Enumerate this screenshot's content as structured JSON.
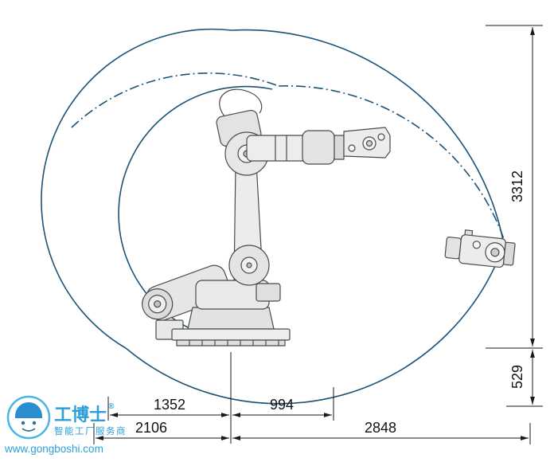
{
  "dimensions": {
    "vertical_total": "3312",
    "vertical_below": "529",
    "row1_left": "1352",
    "row1_right": "994",
    "row2_left": "2106",
    "row2_right": "2848"
  },
  "watermark": {
    "brand": "工博士",
    "registered_mark": "®",
    "tagline": "智能工厂服务商",
    "website": "www.gongboshi.com"
  },
  "colors": {
    "envelope_stroke": "#1b5276",
    "dimension_stroke": "#1a1a1a",
    "watermark_blue": "#2b9fd9"
  }
}
